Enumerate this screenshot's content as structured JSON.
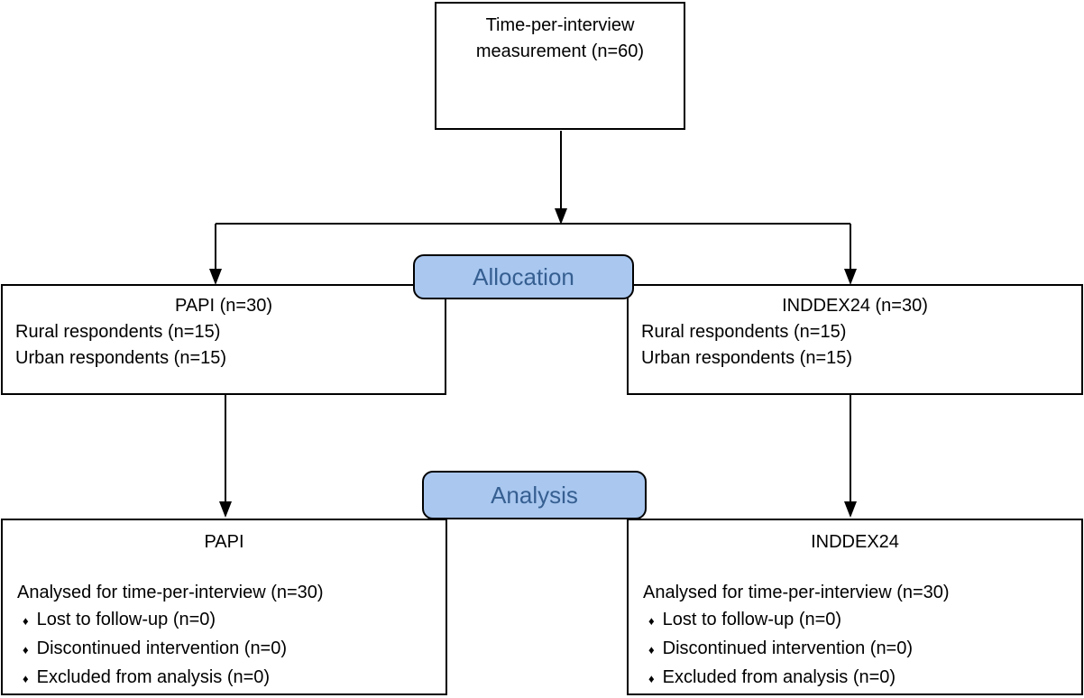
{
  "flowchart": {
    "enrollment_box": {
      "text": "Time-per-interview measurement (n=60)"
    },
    "allocation_label": "Allocation",
    "analysis_label": "Analysis",
    "allocation_left": {
      "title": "PAPI (n=30)",
      "line1": "Rural respondents (n=15)",
      "line2": "Urban respondents (n=15)"
    },
    "allocation_right": {
      "title": "INDDEX24 (n=30)",
      "line1": "Rural respondents (n=15)",
      "line2": "Urban respondents (n=15)"
    },
    "analysis_left": {
      "title": "PAPI",
      "summary": "Analysed for time-per-interview (n=30)",
      "bullets": [
        "Lost to follow-up (n=0)",
        "Discontinued intervention (n=0)",
        "Excluded from analysis (n=0)"
      ]
    },
    "analysis_right": {
      "title": "INDDEX24",
      "summary": "Analysed for time-per-interview (n=30)",
      "bullets": [
        "Lost to follow-up (n=0)",
        "Discontinued intervention (n=0)",
        "Excluded from analysis (n=0)"
      ]
    },
    "bullet_glyph": "♦",
    "colors": {
      "ribbon_fill": "#A9C7EF",
      "ribbon_text": "#365F91",
      "line_color": "#000000",
      "box_text": "#000000"
    }
  }
}
